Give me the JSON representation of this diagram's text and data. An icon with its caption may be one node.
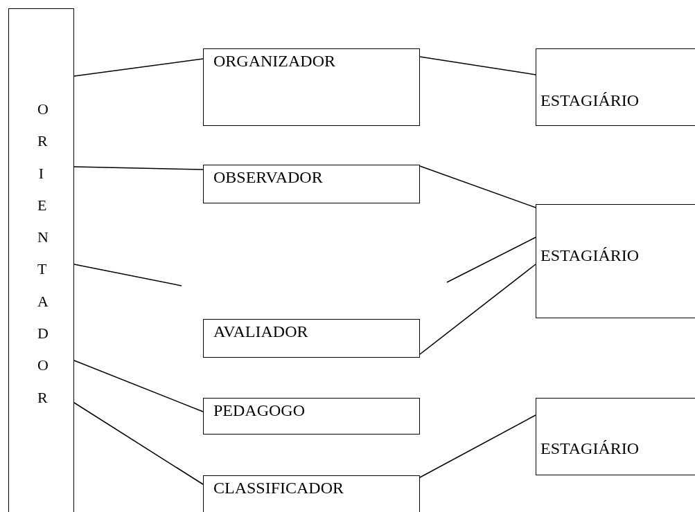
{
  "diagram": {
    "nodes": [
      {
        "text": [
          "ORIENTADOR"
        ]
      },
      {
        "text": [
          "ORGANIZADOR"
        ]
      },
      {
        "text": [
          "ESTAGIÁRIO"
        ]
      },
      {
        "text": [
          "OBSERVADOR"
        ]
      },
      {
        "text": [
          "ESTAGIÁRIO"
        ]
      },
      {
        "text": [
          "AVALIADOR"
        ]
      },
      {
        "text": [
          "PEDAGOGO"
        ]
      },
      {
        "text": [
          "ESTAGIÁRIO"
        ]
      },
      {
        "text": [
          "CLASSIFICADOR"
        ]
      }
    ],
    "edges": [
      {
        "from": 0,
        "to": 1,
        "arrow": "none"
      },
      {
        "from": 0,
        "to": 3,
        "arrow": "none"
      },
      {
        "from": 0,
        "to": null,
        "arrow": "none"
      },
      {
        "from": 0,
        "to": 6,
        "arrow": "none"
      },
      {
        "from": 0,
        "to": 8,
        "arrow": "none"
      },
      {
        "from": 1,
        "to": 2,
        "arrow": "none"
      },
      {
        "from": 3,
        "to": 4,
        "arrow": "none"
      },
      {
        "from": null,
        "to": 4,
        "arrow": "none"
      },
      {
        "from": 5,
        "to": 4,
        "arrow": "none"
      },
      {
        "from": 8,
        "to": 7,
        "arrow": "none"
      }
    ]
  }
}
